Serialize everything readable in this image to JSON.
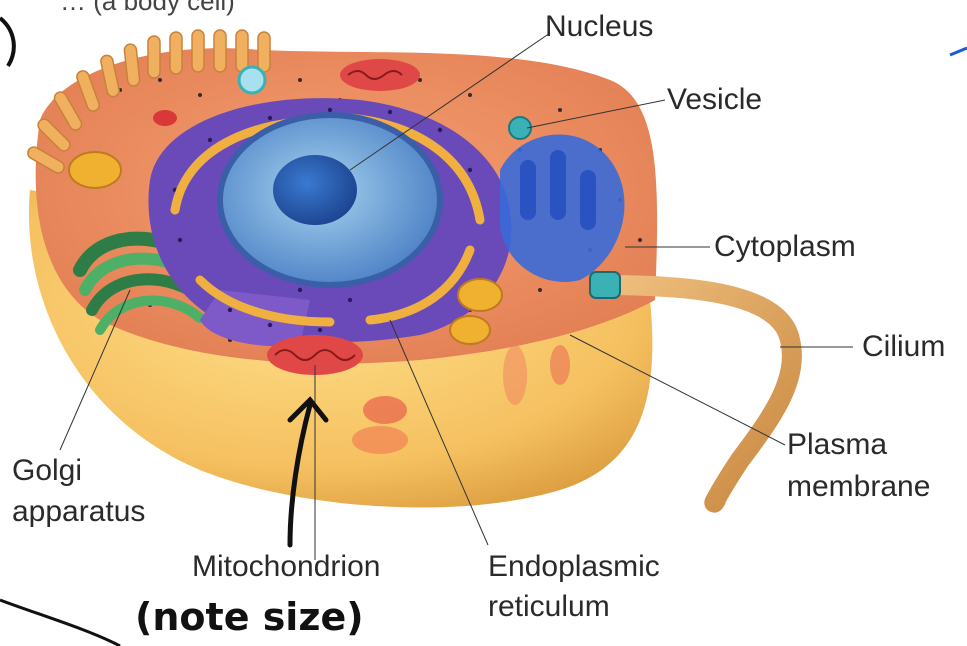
{
  "header_partial": "… (a body cell)",
  "labels": {
    "nucleus": "Nucleus",
    "vesicle": "Vesicle",
    "cytoplasm": "Cytoplasm",
    "cilium": "Cilium",
    "plasma_membrane_1": "Plasma",
    "plasma_membrane_2": "membrane",
    "golgi_1": "Golgi",
    "golgi_2": "apparatus",
    "mitochondrion": "Mitochondrion",
    "er_1": "Endoplasmic",
    "er_2": "reticulum"
  },
  "handwritten_note": "(note size)",
  "colors": {
    "label_text": "#2a2a2a",
    "cell_base": "#f2c56a",
    "cytoplasm": "#e98a5e",
    "nucleus": "#6aa3d8",
    "er": "#5b45a8",
    "golgi": "#3e9a5a",
    "mitochondrion": "#e04848",
    "cilium": "#e0a860",
    "vesicle": "#39b1b5",
    "ink": "#111111"
  }
}
